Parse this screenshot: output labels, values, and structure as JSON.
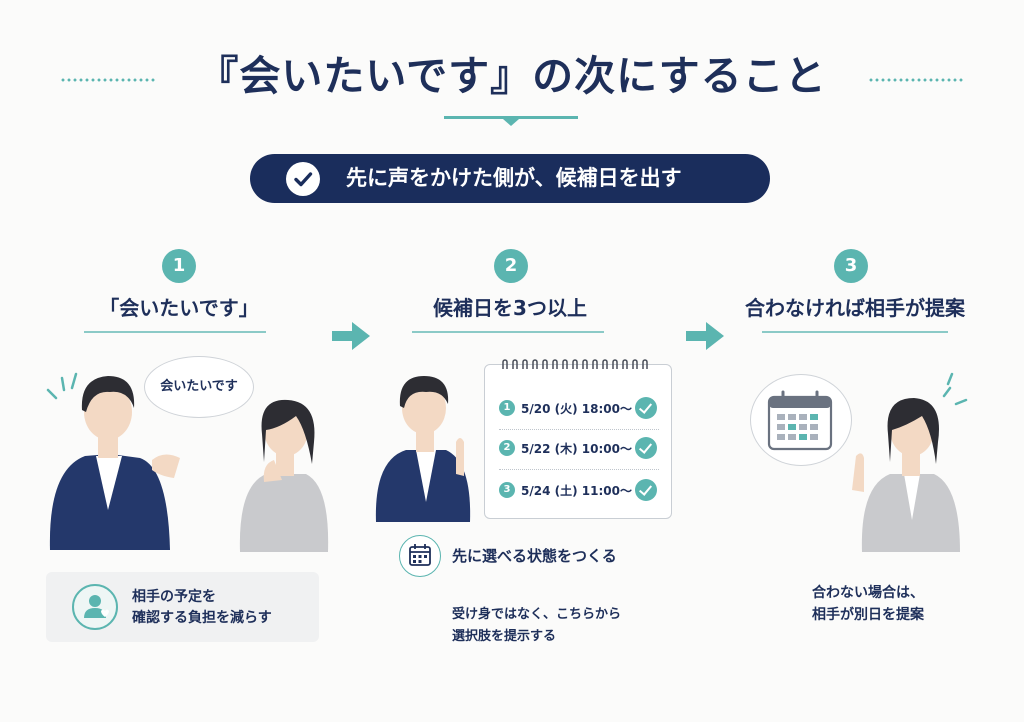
{
  "title": "『会いたいです』の次にすること",
  "banner": {
    "text": "先に声をかけた側が、候補日を出す"
  },
  "steps": [
    {
      "number": "1",
      "title": "「会いたいです」"
    },
    {
      "number": "2",
      "title": "候補日を3つ以上"
    },
    {
      "number": "3",
      "title": "合わなければ相手が提案"
    }
  ],
  "speech_bubble": {
    "text": "会いたいです"
  },
  "calendar": {
    "items": [
      {
        "number": "1",
        "text": "5/20 (火) 18:00〜"
      },
      {
        "number": "2",
        "text": "5/22 (木) 10:00〜"
      },
      {
        "number": "3",
        "text": "5/24 (土) 11:00〜"
      }
    ]
  },
  "step1_note": {
    "line1": "相手の予定を",
    "line2": "確認する負担を減らす"
  },
  "step2_note": {
    "label": "先に選べる状態をつくる",
    "line1": "受け身ではなく、こちらから",
    "line2": "選択肢を提示する"
  },
  "step3_note": {
    "line1": "合わない場合は、",
    "line2": "相手が別日を提案"
  },
  "colors": {
    "navy": "#1a2d5c",
    "teal": "#5bb5b0",
    "gray": "#f0f1f2"
  },
  "icons": [
    "check-icon",
    "arrow-right-icon",
    "calendar-icon",
    "heart-person-icon",
    "calendar-grid-icon"
  ]
}
